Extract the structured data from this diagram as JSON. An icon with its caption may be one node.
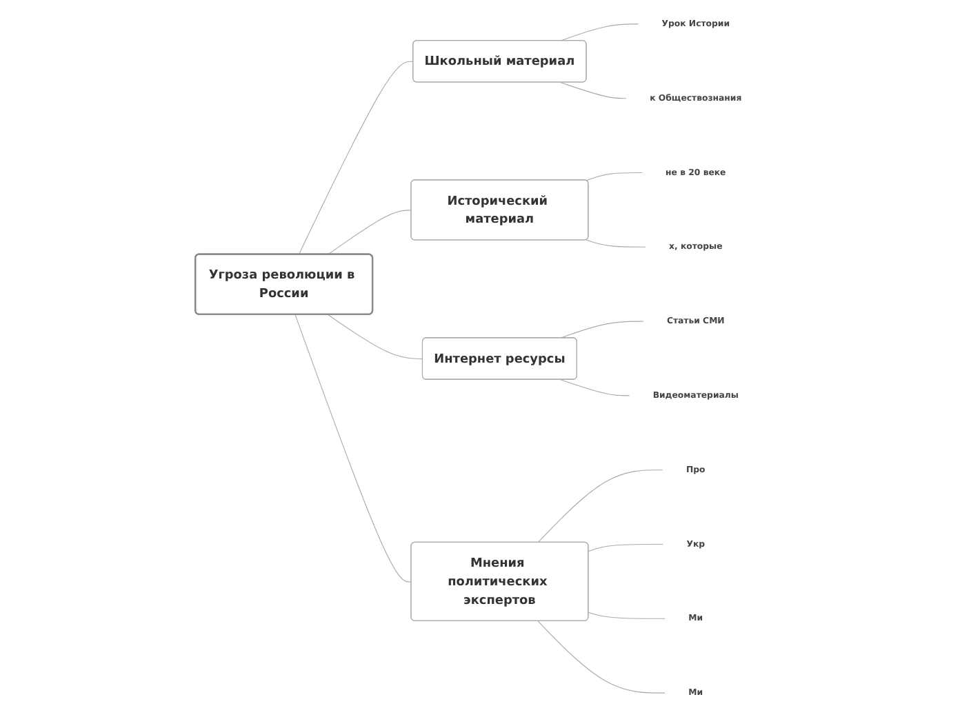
{
  "diagram": {
    "nodes": [
      {
        "text": [
          "Угроза революции в России"
        ]
      },
      {
        "text": [
          "Школьный материал"
        ]
      },
      {
        "text": [
          "Урок Истории"
        ]
      },
      {
        "text": [
          "к Обществознания"
        ]
      },
      {
        "text": [
          "Исторический материал"
        ]
      },
      {
        "text": [
          "не в 20 веке"
        ]
      },
      {
        "text": [
          "х, которые"
        ]
      },
      {
        "text": [
          "Интернет ресурсы"
        ]
      },
      {
        "text": [
          "Статьи СМИ"
        ]
      },
      {
        "text": [
          "Видеоматериалы"
        ]
      },
      {
        "text": [
          "Мнения политических экспертов"
        ]
      },
      {
        "text": [
          "Про"
        ]
      },
      {
        "text": [
          "Укр"
        ]
      },
      {
        "text": [
          "Ми"
        ]
      },
      {
        "text": [
          "Ми"
        ]
      }
    ],
    "edges": [
      {
        "from": 0,
        "to": 1,
        "arrow": "none"
      },
      {
        "from": 1,
        "to": 2,
        "arrow": "none"
      },
      {
        "from": 1,
        "to": 3,
        "arrow": "none"
      },
      {
        "from": 0,
        "to": 4,
        "arrow": "none"
      },
      {
        "from": 4,
        "to": 5,
        "arrow": "none"
      },
      {
        "from": 4,
        "to": 6,
        "arrow": "none"
      },
      {
        "from": 0,
        "to": 7,
        "arrow": "none"
      },
      {
        "from": 7,
        "to": 8,
        "arrow": "none"
      },
      {
        "from": 7,
        "to": 9,
        "arrow": "none"
      },
      {
        "from": 0,
        "to": 10,
        "arrow": "none"
      },
      {
        "from": 10,
        "to": 11,
        "arrow": "none"
      },
      {
        "from": 10,
        "to": 12,
        "arrow": "none"
      },
      {
        "from": 10,
        "to": 13,
        "arrow": "none"
      },
      {
        "from": 10,
        "to": 14,
        "arrow": "none"
      }
    ]
  }
}
